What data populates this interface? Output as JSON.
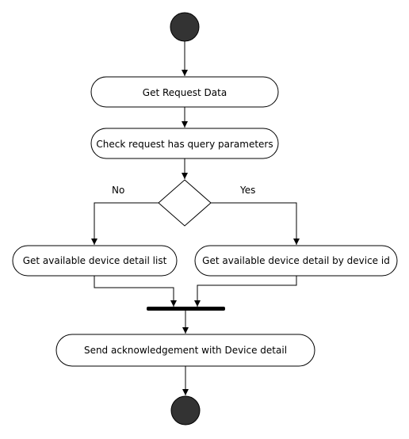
{
  "diagram": {
    "type": "activity",
    "nodes": {
      "get_request": "Get Request Data",
      "check_query": "Check request has query parameters",
      "list_branch": "Get available device detail list",
      "id_branch": "Get available device detail by device id",
      "send_ack": "Send acknowledgement with Device detail"
    },
    "branches": {
      "no": "No",
      "yes": "Yes"
    },
    "edges": [
      {
        "from": "start",
        "to": "get_request"
      },
      {
        "from": "get_request",
        "to": "check_query"
      },
      {
        "from": "check_query",
        "to": "decision"
      },
      {
        "from": "decision",
        "to": "list_branch",
        "label": "No"
      },
      {
        "from": "decision",
        "to": "id_branch",
        "label": "Yes"
      },
      {
        "from": "list_branch",
        "to": "join"
      },
      {
        "from": "id_branch",
        "to": "join"
      },
      {
        "from": "join",
        "to": "send_ack"
      },
      {
        "from": "send_ack",
        "to": "end"
      }
    ]
  }
}
